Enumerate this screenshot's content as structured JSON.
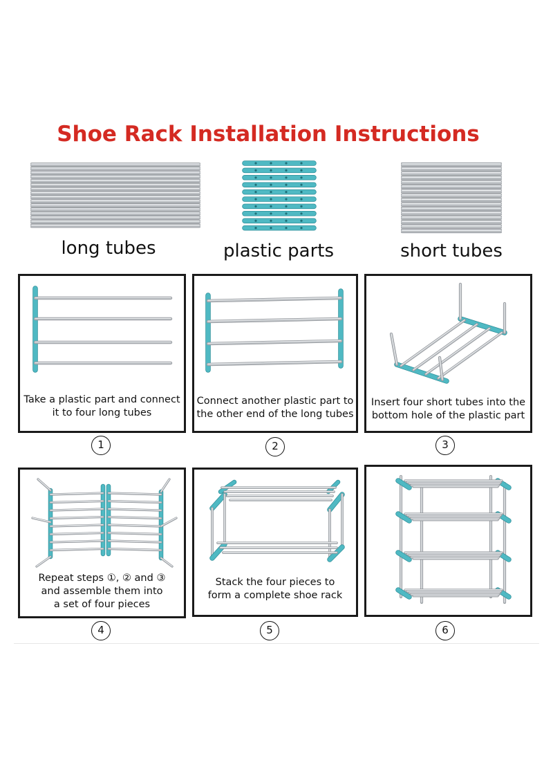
{
  "title": "Shoe Rack Installation Instructions",
  "parts": [
    {
      "label": "long tubes",
      "icon": "long-tubes-icon"
    },
    {
      "label": "plastic parts",
      "icon": "plastic-parts-icon"
    },
    {
      "label": "short tubes",
      "icon": "short-tubes-icon"
    }
  ],
  "steps": [
    {
      "number": "1",
      "text": "Take a plastic part and connect\nit to four long tubes"
    },
    {
      "number": "2",
      "text": "Connect another plastic part to\nthe other end of the long tubes"
    },
    {
      "number": "3",
      "text": "Insert four short tubes into the\nbottom hole of the plastic part"
    },
    {
      "number": "4",
      "text": "Repeat steps ①, ② and ③\nand assemble them into\na set of four pieces"
    },
    {
      "number": "5",
      "text": "Stack the four pieces to\nform a complete shoe rack"
    },
    {
      "number": "6",
      "text": ""
    }
  ],
  "colors": {
    "title": "#d42a22",
    "plastic": "#4fb9c3",
    "steel": "#b8bcc0",
    "border": "#1a1a1a"
  }
}
